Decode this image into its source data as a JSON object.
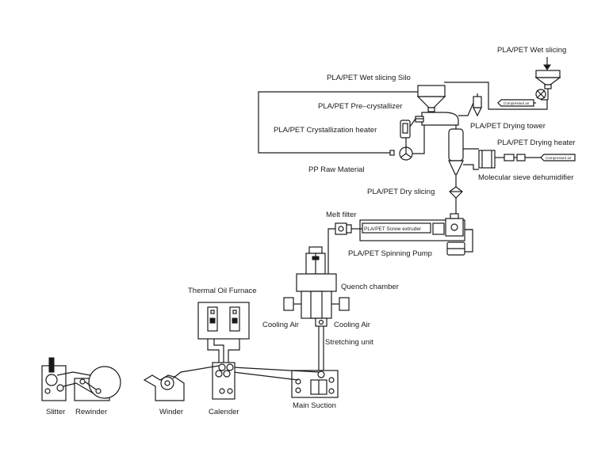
{
  "labels": {
    "wet_slicing": "PLA/PET Wet slicing",
    "wet_slicing_silo": "PLA/PET Wet slicing Silo",
    "compressed_air_top": "Compressed air",
    "pre_crystallizer": "PLA/PET Pre–crystallizer",
    "drying_tower": "PLA/PET Drying tower",
    "crystallization_heater": "PLA/PET Crystallization heater",
    "drying_heater": "PLA/PET Drying heater",
    "compressed_air_right": "Compressed air",
    "pp_raw_material": "PP Raw Material",
    "molecular_sieve": "Molecular sieve dehumidifier",
    "dry_slicing": "PLA/PET Dry slicing",
    "melt_filter": "Melt filter",
    "screw_extruder": "PLA/PET Screw extruder",
    "spinning_pump": "PLA/PET Spinning Pump",
    "quench_chamber": "Quench chamber",
    "thermal_oil_furnace": "Thermal Oil Furnace",
    "cooling_air_left": "Cooling Air",
    "cooling_air_right": "Cooling Air",
    "stretching_unit": "Stretching unit",
    "slitter": "Slitter",
    "rewinder": "Rewinder",
    "winder": "Winder",
    "calender": "Calender",
    "main_suction": "Main Suction"
  }
}
